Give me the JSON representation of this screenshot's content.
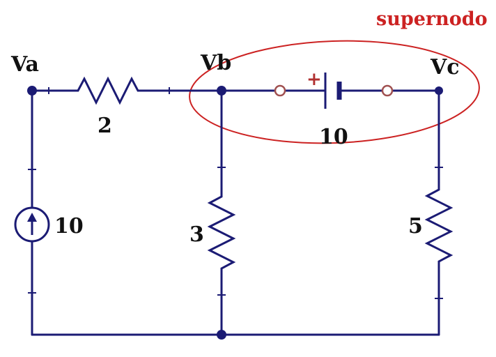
{
  "diagram": {
    "type": "circuit-schematic",
    "annotation": "supernodo",
    "nodes": [
      {
        "id": "node-a",
        "label": "Va"
      },
      {
        "id": "node-b",
        "label": "Vb"
      },
      {
        "id": "node-c",
        "label": "Vc"
      }
    ],
    "components": [
      {
        "id": "resistor-top",
        "type": "resistor",
        "value": "2",
        "between": "Va-Vb"
      },
      {
        "id": "resistor-middle",
        "type": "resistor",
        "value": "3",
        "between": "Vb-ground"
      },
      {
        "id": "resistor-right",
        "type": "resistor",
        "value": "5",
        "between": "Vc-ground"
      },
      {
        "id": "voltage-source",
        "type": "voltage-source",
        "value": "10",
        "polarity": "+",
        "between": "Vb-Vc"
      },
      {
        "id": "current-source",
        "type": "current-source",
        "value": "10",
        "direction": "up",
        "between": "ground-Va"
      }
    ],
    "colors": {
      "wire": "#1b1b74",
      "highlight": "#cc2222",
      "label": "#111111",
      "terminal": "#a05050",
      "background": "#ffffff"
    }
  }
}
